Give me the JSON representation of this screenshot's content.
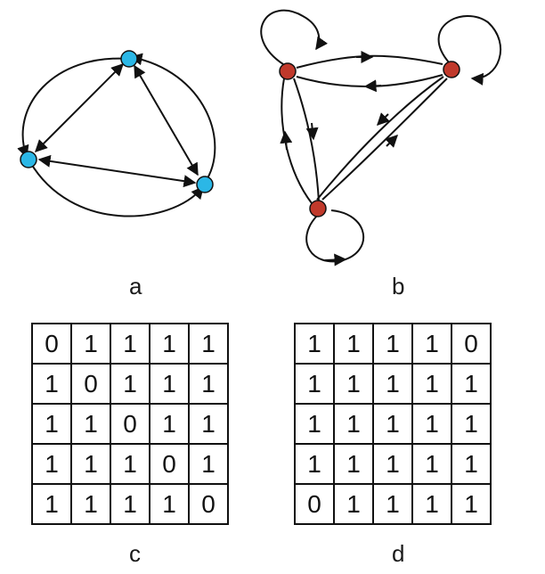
{
  "panels": {
    "a": "a",
    "b": "b",
    "c": "c",
    "d": "d"
  },
  "colors": {
    "node_a": "#2bb7e6",
    "node_b": "#c0392b",
    "edge": "#111111"
  },
  "matrix_c": [
    [
      "0",
      "1",
      "1",
      "1",
      "1"
    ],
    [
      "1",
      "0",
      "1",
      "1",
      "1"
    ],
    [
      "1",
      "1",
      "0",
      "1",
      "1"
    ],
    [
      "1",
      "1",
      "1",
      "0",
      "1"
    ],
    [
      "1",
      "1",
      "1",
      "1",
      "0"
    ]
  ],
  "matrix_d": [
    [
      "1",
      "1",
      "1",
      "1",
      "0"
    ],
    [
      "1",
      "1",
      "1",
      "1",
      "1"
    ],
    [
      "1",
      "1",
      "1",
      "1",
      "1"
    ],
    [
      "1",
      "1",
      "1",
      "1",
      "1"
    ],
    [
      "0",
      "1",
      "1",
      "1",
      "1"
    ]
  ]
}
